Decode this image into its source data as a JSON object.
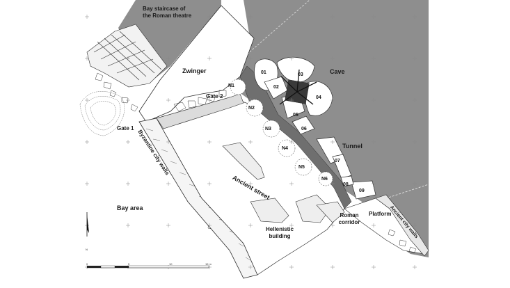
{
  "labels": {
    "bay_staircase": "Bay staircase of the Roman theatre",
    "zwinger": "Zwinger",
    "gate2": "Gate 2",
    "gate1": "Gate 1",
    "cave": "Cave",
    "tunnel": "Tunnel",
    "byzantine_walls": "Byzantine city walls",
    "ancient_street": "Ancient street",
    "bay_area": "Bay area",
    "hellenistic_building": "Hellenistic building",
    "roman_corridor": "Roman corridor",
    "platform": "Platform",
    "ancient_city_walls": "Ancient city walls"
  },
  "niches": [
    "N1",
    "N2",
    "N3",
    "N4",
    "N5",
    "N6"
  ],
  "rooms": [
    "01",
    "02",
    "03",
    "04",
    "05",
    "06",
    "07",
    "08",
    "09"
  ],
  "scale_bar": {
    "ticks": [
      "0",
      "5",
      "10",
      "15 m"
    ]
  },
  "north_label": "N",
  "colors": {
    "rock": "#8e8e8e",
    "rock_dark": "#6f6f6f",
    "line": "#2b2b2b",
    "fill": "#ffffff"
  }
}
